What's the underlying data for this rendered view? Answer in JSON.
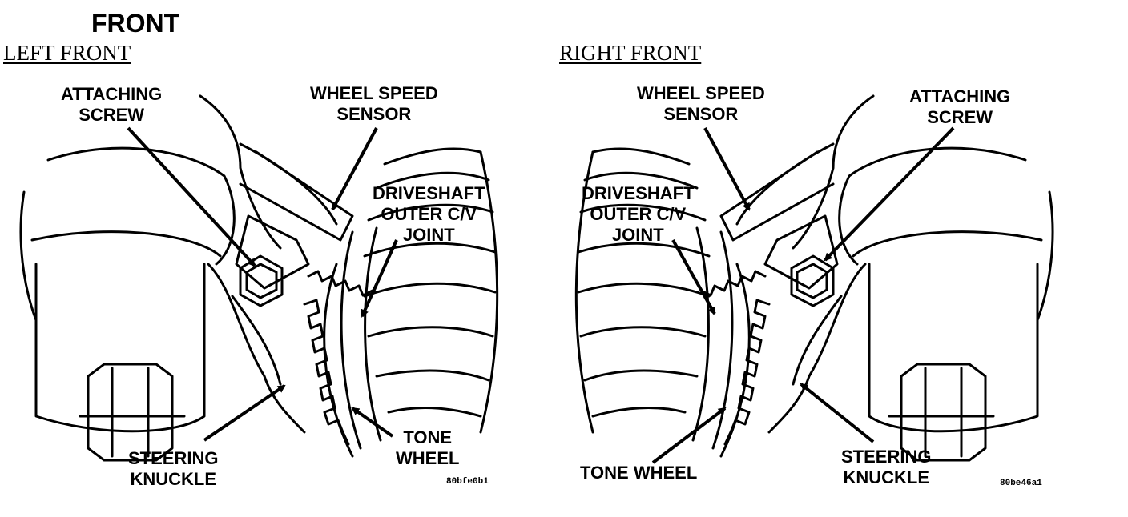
{
  "title": "FRONT",
  "left_panel": {
    "heading": "LEFT FRONT",
    "attaching_screw": [
      "ATTACHING",
      "SCREW"
    ],
    "wheel_speed_sensor": [
      "WHEEL SPEED",
      "SENSOR"
    ],
    "driveshaft_joint": [
      "DRIVESHAFT",
      "OUTER C/V",
      "JOINT"
    ],
    "tone_wheel": [
      "TONE",
      "WHEEL"
    ],
    "steering_knuckle": [
      "STEERING",
      "KNUCKLE"
    ],
    "figure_code": "80bfe0b1"
  },
  "right_panel": {
    "heading": "RIGHT FRONT",
    "wheel_speed_sensor": [
      "WHEEL SPEED",
      "SENSOR"
    ],
    "attaching_screw": [
      "ATTACHING",
      "SCREW"
    ],
    "driveshaft_joint": [
      "DRIVESHAFT",
      "OUTER C/V",
      "JOINT"
    ],
    "tone_wheel": "TONE WHEEL",
    "steering_knuckle": [
      "STEERING",
      "KNUCKLE"
    ],
    "figure_code": "80be46a1"
  }
}
